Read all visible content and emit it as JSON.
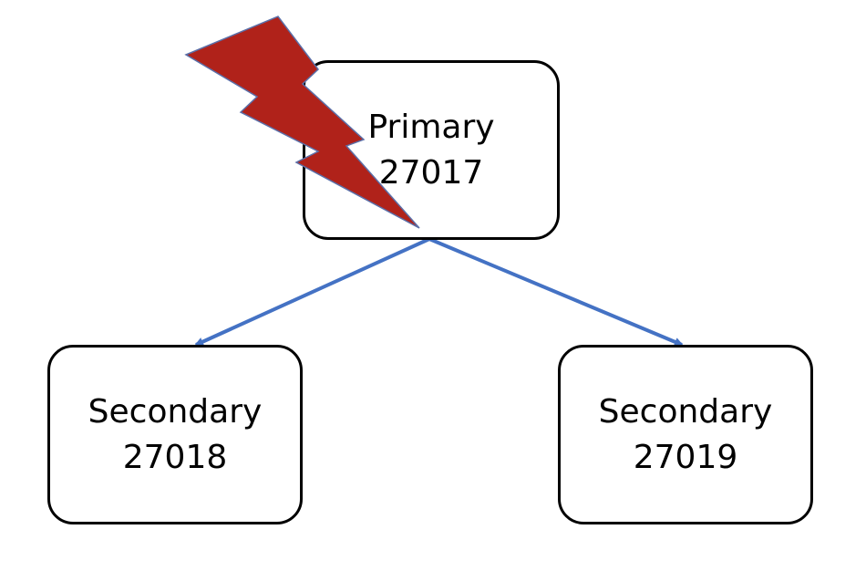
{
  "diagram": {
    "nodes": {
      "primary": {
        "role": "Primary",
        "port": "27017"
      },
      "secondary_1": {
        "role": "Secondary",
        "port": "27018"
      },
      "secondary_2": {
        "role": "Secondary",
        "port": "27019"
      }
    },
    "edges": [
      {
        "from": "primary",
        "to": "secondary_1"
      },
      {
        "from": "primary",
        "to": "secondary_2"
      }
    ],
    "icons": [
      "lightning-bolt-icon"
    ],
    "colors": {
      "arrow": "#4472C4",
      "lightning_fill": "#B0221A",
      "lightning_stroke": "#5B6FA8",
      "node_border": "#000000"
    }
  }
}
